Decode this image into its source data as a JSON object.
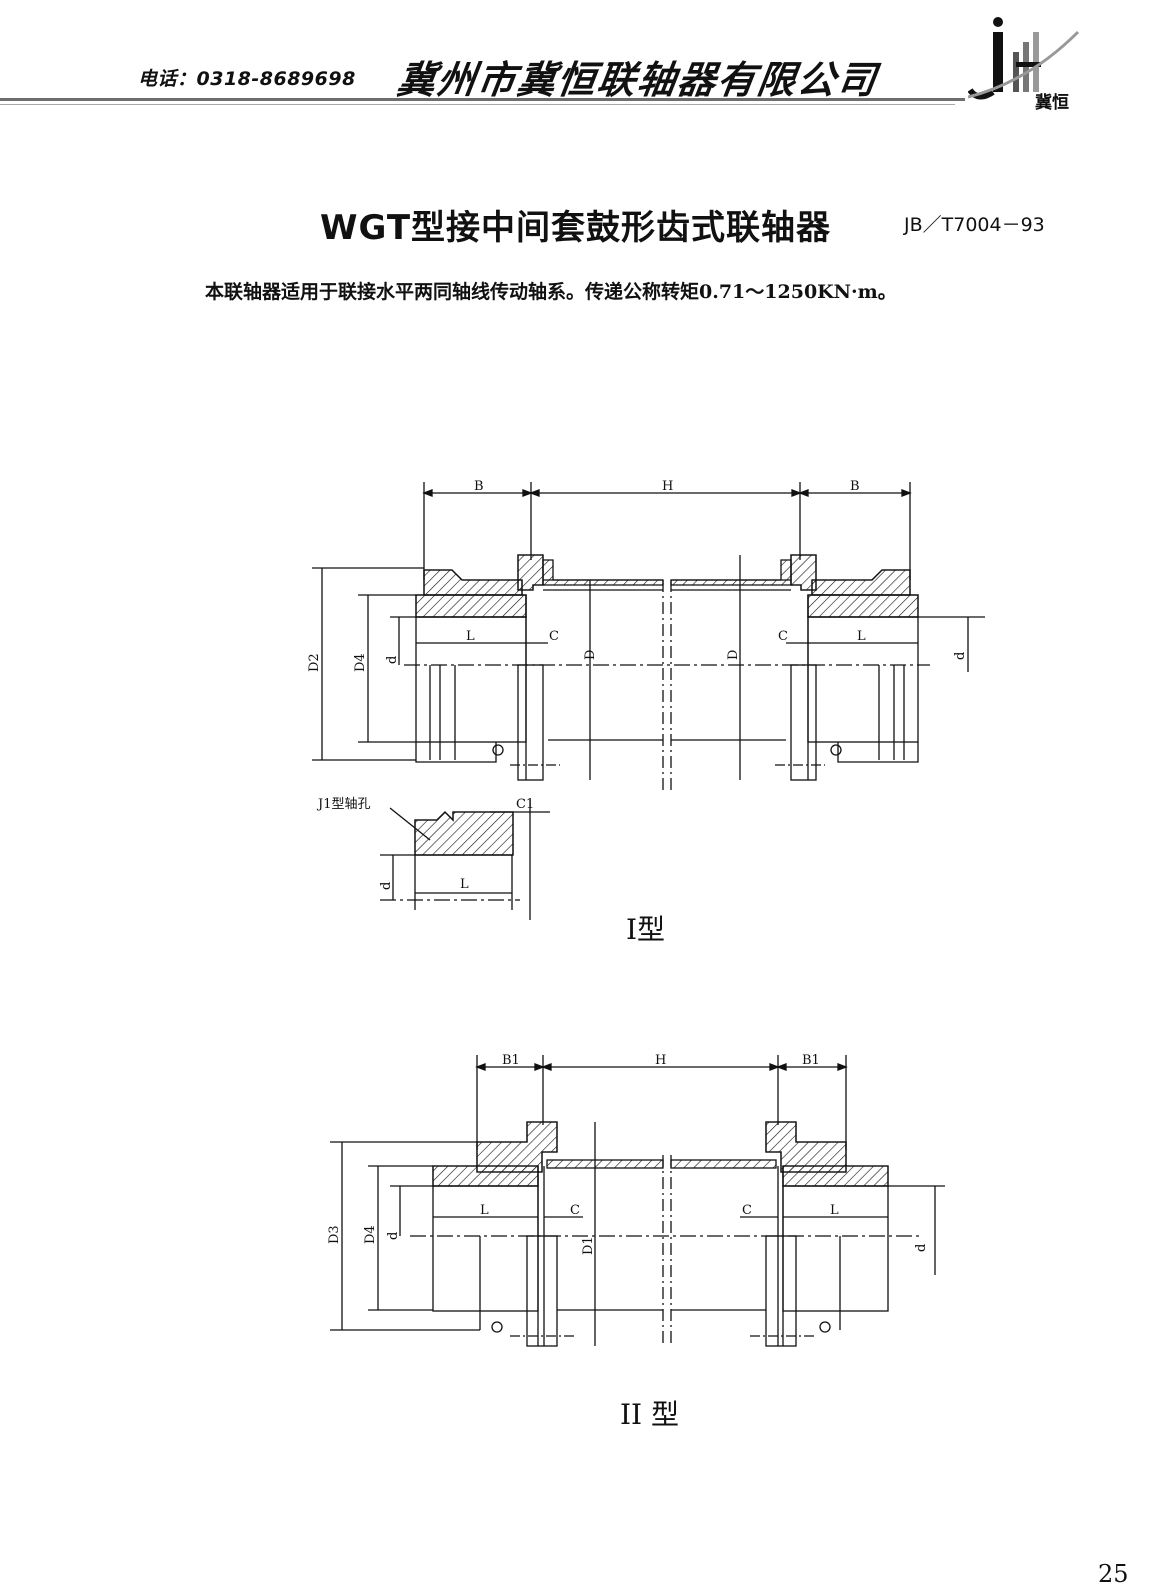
{
  "header": {
    "phone": "电话：0318-8689698",
    "company": "冀州市冀恒联轴器有限公司",
    "logo_text": "冀恒"
  },
  "title": "WGT型接中间套鼓形齿式联轴器",
  "standard": "JB／T7004－93",
  "description": "本联轴器适用于联接水平两同轴线传动轴系。传递公称转矩0.71～1250KN·m。",
  "figure1": {
    "type_label": "I型",
    "dims": {
      "B": "B",
      "H": "H",
      "D2": "D2",
      "D4": "D4",
      "d": "d",
      "D": "D",
      "L": "L",
      "C": "C",
      "C1": "C1",
      "j1": "J1型轴孔"
    }
  },
  "figure2": {
    "type_label": "II 型",
    "dims": {
      "B1": "B1",
      "H": "H",
      "D3": "D3",
      "D4": "D4",
      "d": "d",
      "D1": "D1",
      "L": "L",
      "C": "C"
    }
  },
  "page_number": "25",
  "colors": {
    "line": "#111111",
    "header_rule": "#6e6e6e"
  }
}
